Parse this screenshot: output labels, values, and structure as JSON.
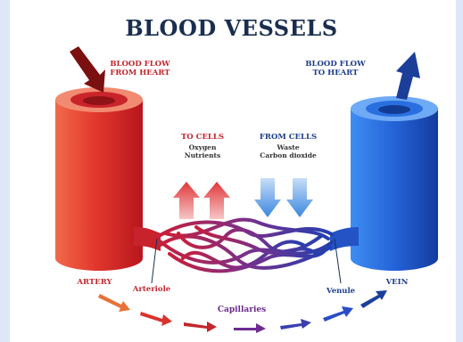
{
  "title": "BLOOD VESSELS",
  "labels": {
    "flow_from_heart": [
      "BLOOD FLOW",
      "FROM HEART"
    ],
    "flow_to_heart": [
      "BLOOD FLOW",
      "TO HEART"
    ],
    "to_cells": "TO CELLS",
    "to_cells_items": [
      "Oxygen",
      "Nutrients"
    ],
    "from_cells": "FROM CELLS",
    "from_cells_items": [
      "Waste",
      "Carbon dioxide"
    ],
    "artery": "ARTERY",
    "arteriole": "Arteriole",
    "capillaries": "Capillaries",
    "venule": "Venule",
    "vein": "VEIN"
  },
  "colors": {
    "artery": "#d9332e",
    "vein": "#1f5fd1",
    "title": "#1a2e4f"
  }
}
